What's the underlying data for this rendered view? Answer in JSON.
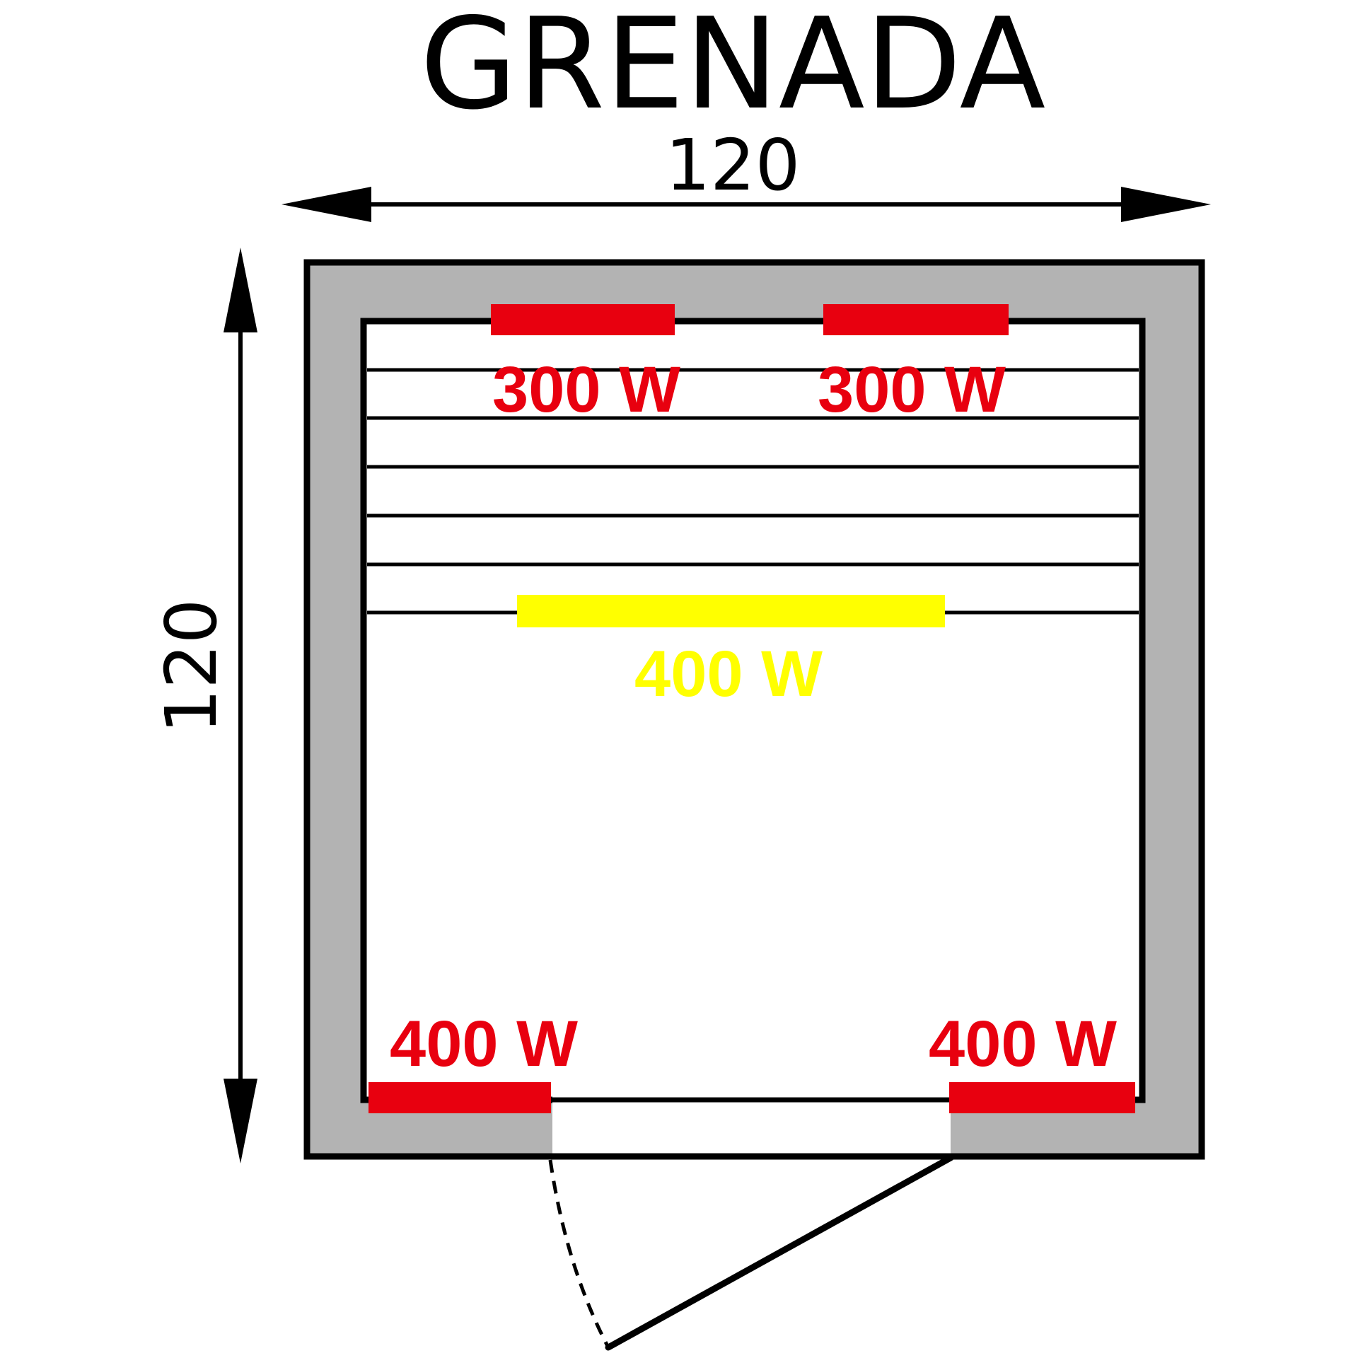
{
  "title": "GRENADA",
  "dimensions": {
    "width": "120",
    "depth": "120"
  },
  "colors": {
    "wall": "#b3b3b3",
    "outline": "#000000",
    "heater_red": "#e8000f",
    "heater_yellow": "#ffff00",
    "label_red": "#e8000f",
    "label_yellow": "#ffff00"
  },
  "heaters": {
    "back_left": {
      "label": "300 W"
    },
    "back_right": {
      "label": "300 W"
    },
    "floor": {
      "label": "400 W"
    },
    "front_left": {
      "label": "400 W"
    },
    "front_right": {
      "label": "400 W"
    }
  },
  "icons": {
    "dimension_arrow": "double-arrow-icon",
    "door": "door-swing-icon"
  }
}
